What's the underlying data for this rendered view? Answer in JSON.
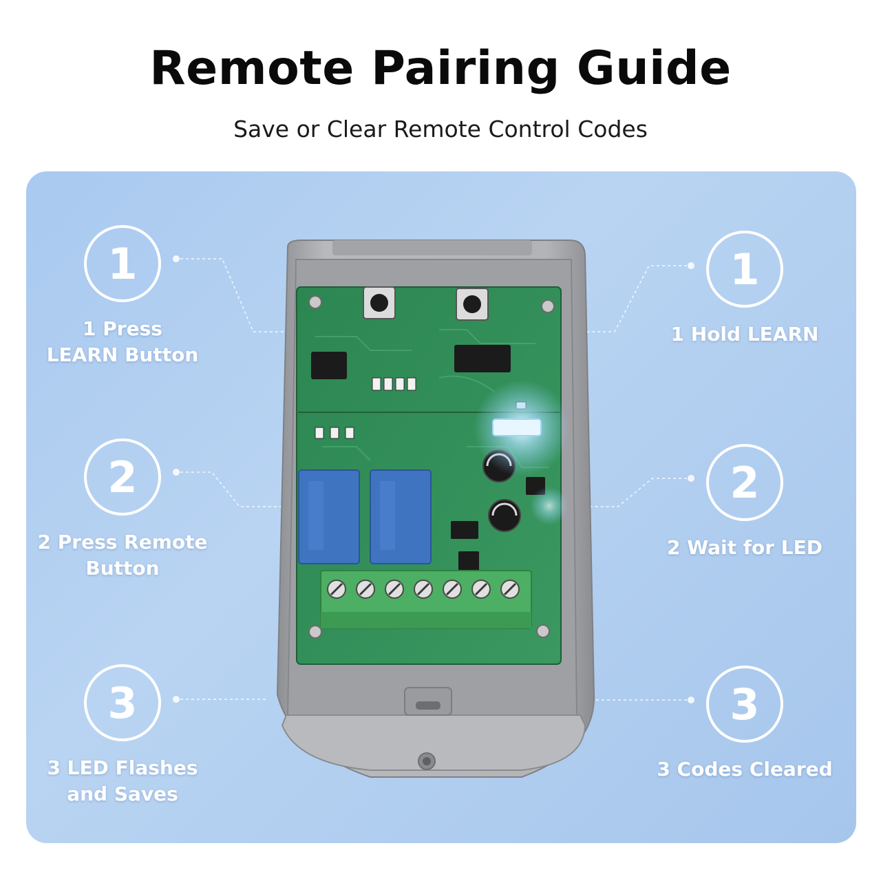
{
  "header": {
    "title": "Remote Pairing Guide",
    "subtitle": "Save or Clear Remote Control Codes"
  },
  "steps_left": [
    {
      "number": "1",
      "lines": [
        "1 Press",
        "LEARN Button"
      ]
    },
    {
      "number": "2",
      "lines": [
        "2 Press Remote",
        "Button"
      ]
    },
    {
      "number": "3",
      "lines": [
        "3 LED Flashes",
        "and Saves"
      ]
    }
  ],
  "steps_right": [
    {
      "number": "1",
      "lines": [
        "1 Hold LEARN"
      ]
    },
    {
      "number": "2",
      "lines": [
        "2 Wait for LED"
      ]
    },
    {
      "number": "3",
      "lines": [
        "3 Codes Cleared"
      ]
    }
  ],
  "colors": {
    "panel": "#b0cdf0",
    "pcb": "#2f8a55",
    "relay": "#3f74c0",
    "terminal": "#4caf63",
    "housing": "#a8a9ac",
    "led": "#bfe6ff"
  }
}
